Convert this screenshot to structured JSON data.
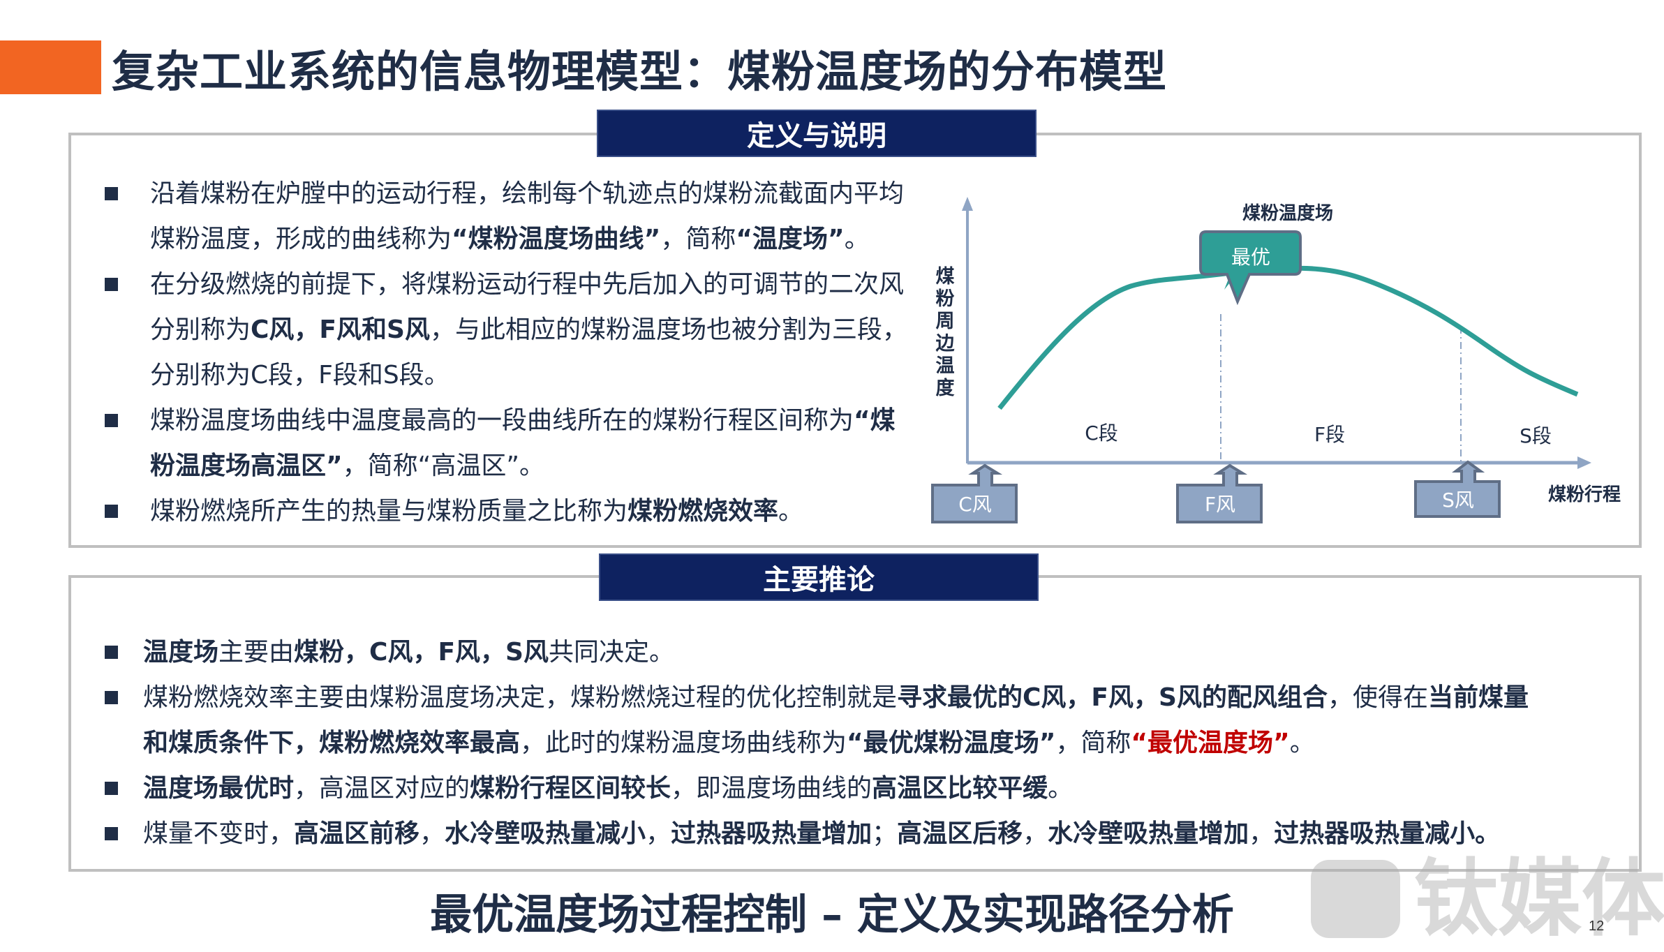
{
  "header": {
    "title": "复杂工业系统的信息物理模型：煤粉温度场的分布模型",
    "accent_color": "#f26522"
  },
  "section_definitions": {
    "heading": "定义与说明",
    "bullets": [
      {
        "segments": [
          {
            "t": "沿着煤粉在炉膛中的运动行程，绘制每个轨迹点的煤粉流截面内平均",
            "s": "n"
          }
        ],
        "line2": [
          {
            "t": "煤粉温度，形成的曲线称为",
            "s": "n"
          },
          {
            "t": "“煤粉温度场曲线”",
            "s": "b"
          },
          {
            "t": "，简称",
            "s": "n"
          },
          {
            "t": "“温度场”",
            "s": "b"
          },
          {
            "t": "。",
            "s": "n"
          }
        ]
      },
      {
        "line1": "在分级燃烧的前提下，将煤粉运动行程中先后加入的可调节的二次风",
        "line2": [
          {
            "t": "分别称为",
            "s": "n"
          },
          {
            "t": "C风，F风和S风",
            "s": "b"
          },
          {
            "t": "，与此相应的煤粉温度场也被分割为三段，",
            "s": "n"
          }
        ],
        "line3": "分别称为C段，F段和S段。"
      },
      {
        "line1": [
          {
            "t": "煤粉温度场曲线中温度最高的一段曲线所在的煤粉行程区间称为",
            "s": "n"
          },
          {
            "t": "“煤",
            "s": "b"
          }
        ],
        "line2": [
          {
            "t": "粉温度场高温区”",
            "s": "b"
          },
          {
            "t": "，简称“高温区”。",
            "s": "n"
          }
        ]
      },
      {
        "line1": [
          {
            "t": "煤粉燃烧所产生的热量与煤粉质量之比称为",
            "s": "n"
          },
          {
            "t": "煤粉燃烧效率",
            "s": "b"
          },
          {
            "t": "。",
            "s": "n"
          }
        ]
      }
    ]
  },
  "section_conclusions": {
    "heading": "主要推论",
    "bullets": [
      [
        {
          "t": "温度场",
          "s": "b"
        },
        {
          "t": "主要由",
          "s": "n"
        },
        {
          "t": "煤粉，C风，F风，S风",
          "s": "b"
        },
        {
          "t": "共同决定。",
          "s": "n"
        }
      ],
      [
        {
          "t": "煤粉燃烧效率主要由煤粉温度场决定，煤粉燃烧过程的优化控制就是",
          "s": "n"
        },
        {
          "t": "寻求最优的C风，F风，S风的配风组合",
          "s": "b"
        },
        {
          "t": "，使得在",
          "s": "n"
        },
        {
          "t": "当前煤量",
          "s": "b"
        }
      ],
      [
        {
          "t": "和煤质条件下，煤粉燃烧效率最高",
          "s": "b"
        },
        {
          "t": "，此时的煤粉温度场曲线称为",
          "s": "n"
        },
        {
          "t": "“最优煤粉温度场”",
          "s": "b"
        },
        {
          "t": "，简称",
          "s": "n"
        },
        {
          "t": "“最优温度场”",
          "s": "r"
        },
        {
          "t": "。",
          "s": "n"
        }
      ],
      [
        {
          "t": "温度场最优时",
          "s": "b"
        },
        {
          "t": "，高温区对应的",
          "s": "n"
        },
        {
          "t": "煤粉行程区间较长",
          "s": "b"
        },
        {
          "t": "，即温度场曲线的",
          "s": "n"
        },
        {
          "t": "高温区比较平缓",
          "s": "b"
        },
        {
          "t": "。",
          "s": "n"
        }
      ],
      [
        {
          "t": "煤量不变时，",
          "s": "n"
        },
        {
          "t": "高温区前移",
          "s": "b"
        },
        {
          "t": "，",
          "s": "n"
        },
        {
          "t": "水冷壁吸热量减小",
          "s": "b"
        },
        {
          "t": "，",
          "s": "n"
        },
        {
          "t": "过热器吸热量增加",
          "s": "b"
        },
        {
          "t": "；",
          "s": "n"
        },
        {
          "t": "高温区后移",
          "s": "b"
        },
        {
          "t": "，",
          "s": "n"
        },
        {
          "t": "水冷壁吸热量增加",
          "s": "b"
        },
        {
          "t": "，",
          "s": "n"
        },
        {
          "t": "过热器吸热量减小。",
          "s": "b"
        }
      ]
    ]
  },
  "diagram": {
    "title": "煤粉温度场",
    "y_label": "煤粉周边温度",
    "x_label": "煤粉行程",
    "callout": "最优",
    "segments": [
      "C段",
      "F段",
      "S段"
    ],
    "winds": [
      "C风",
      "F风",
      "S风"
    ],
    "colors": {
      "curve": "#2e9e96",
      "axis": "#8fa5c4",
      "wind_fill": "#8fa5c4",
      "wind_border": "#5f6e86",
      "callout_fill": "#2e9e96"
    }
  },
  "footer": {
    "subtitle": "最优温度场过程控制 – 定义及实现路径分析",
    "page_number": "12",
    "watermark": "钛媒体"
  }
}
